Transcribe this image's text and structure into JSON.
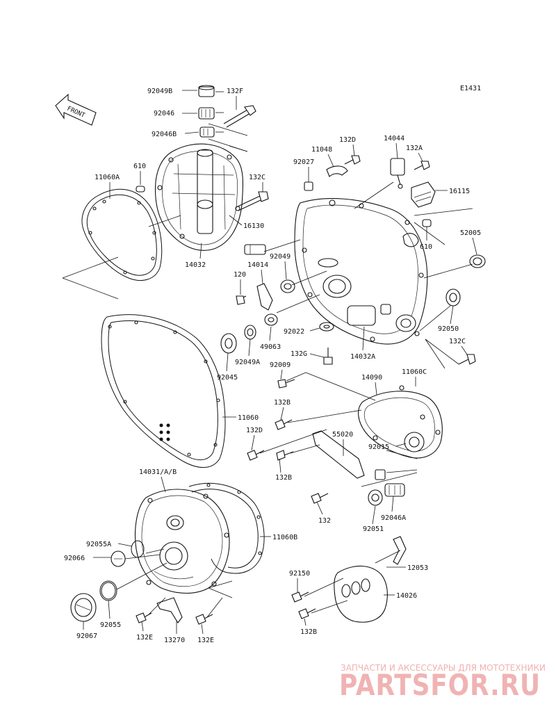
{
  "diagram": {
    "code": "E1431",
    "front_label": "FRONT",
    "labels": {
      "p92049B": "92049B",
      "p132F": "132F",
      "p92046": "92046",
      "p92046B": "92046B",
      "p11060A": "11060A",
      "p610a": "610",
      "p132C_a": "132C",
      "p16130": "16130",
      "p14032": "14032",
      "p92027": "92027",
      "p11048": "11048",
      "p132D_a": "132D",
      "p14044": "14044",
      "p132A": "132A",
      "p16115": "16115",
      "p52005": "52005",
      "p610b": "610",
      "p14014": "14014",
      "p92049": "92049",
      "p120": "120",
      "p92022": "92022",
      "p49063": "49063",
      "p92050": "92050",
      "p132C_b": "132C",
      "p92045": "92045",
      "p92049A": "92049A",
      "p132G": "132G",
      "p14032A": "14032A",
      "p92009": "92009",
      "p14090": "14090",
      "p11060C": "11060C",
      "p132B_a": "132B",
      "p11060": "11060",
      "p132D_b": "132D",
      "p55020": "55020",
      "p92015": "92015",
      "p132B_b": "132B",
      "p132": "132",
      "p92046A": "92046A",
      "p92051": "92051",
      "p14031": "14031/A/B",
      "p11060B": "11060B",
      "p92055A": "92055A",
      "p92066": "92066",
      "p92055": "92055",
      "p92067": "92067",
      "p132E_a": "132E",
      "p13270": "13270",
      "p132E_b": "132E",
      "p12053": "12053",
      "p92150": "92150",
      "p14026": "14026",
      "p132B_c": "132B"
    }
  },
  "watermark": {
    "tagline": "ЗАПЧАСТИ И АКСЕССУАРЫ ДЛЯ МОТОТЕХНИКИ",
    "brand": "PARTSFOR.RU",
    "color": "#f0b3b3"
  }
}
